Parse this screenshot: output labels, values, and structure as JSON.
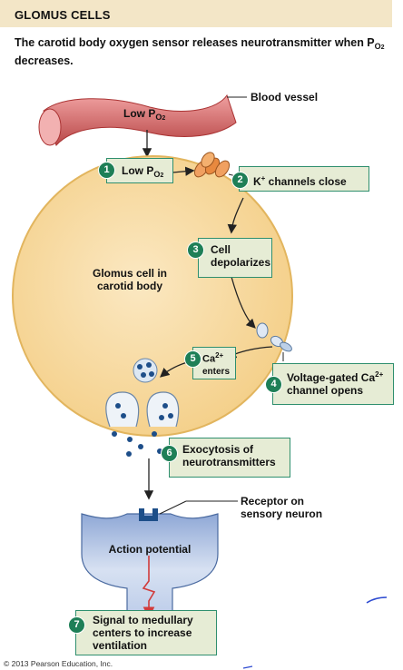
{
  "header": {
    "title": "GLOMUS CELLS",
    "subtitle": "The carotid body oxygen sensor releases neurotransmitter when P",
    "subtitle_sub": "O",
    "subtitle_sub2": "2",
    "subtitle_end": " decreases."
  },
  "labels": {
    "blood_vessel": "Blood vessel",
    "vessel_low_po2_main": "Low P",
    "vessel_low_po2_sub": "O",
    "vessel_low_po2_sub2": "2",
    "glomus_cell": "Glomus cell in carotid body",
    "receptor": "Receptor on sensory neuron",
    "action_potential": "Action potential",
    "copyright": "© 2013 Pearson Education, Inc."
  },
  "steps": [
    {
      "num": "1",
      "text_main": "Low P",
      "text_sub": "O",
      "text_sub2": "2"
    },
    {
      "num": "2",
      "text_main": "K",
      "text_sup": "+",
      "text_end": " channels close"
    },
    {
      "num": "3",
      "text": "Cell depolarizes"
    },
    {
      "num": "4",
      "text_main": "Voltage-gated Ca",
      "text_sup": "2+",
      "text_end": " channel opens"
    },
    {
      "num": "5",
      "text_main": "Ca",
      "text_sup": "2+",
      "text_end": "enters"
    },
    {
      "num": "6",
      "text": "Exocytosis of neurotransmitters"
    },
    {
      "num": "7",
      "text": "Signal to medullary centers to increase ventilation"
    }
  ],
  "colors": {
    "header_bg": "#f3e6c7",
    "box_fill": "#e6ecd5",
    "box_border": "#2f8f6e",
    "badge": "#1e7f57",
    "cell_fill": "#f8dca4",
    "cell_stroke": "#e2b55e",
    "vessel": "#d96a6a",
    "neuron_fill": "#c4d2ea",
    "signal": "#d13b3b"
  }
}
